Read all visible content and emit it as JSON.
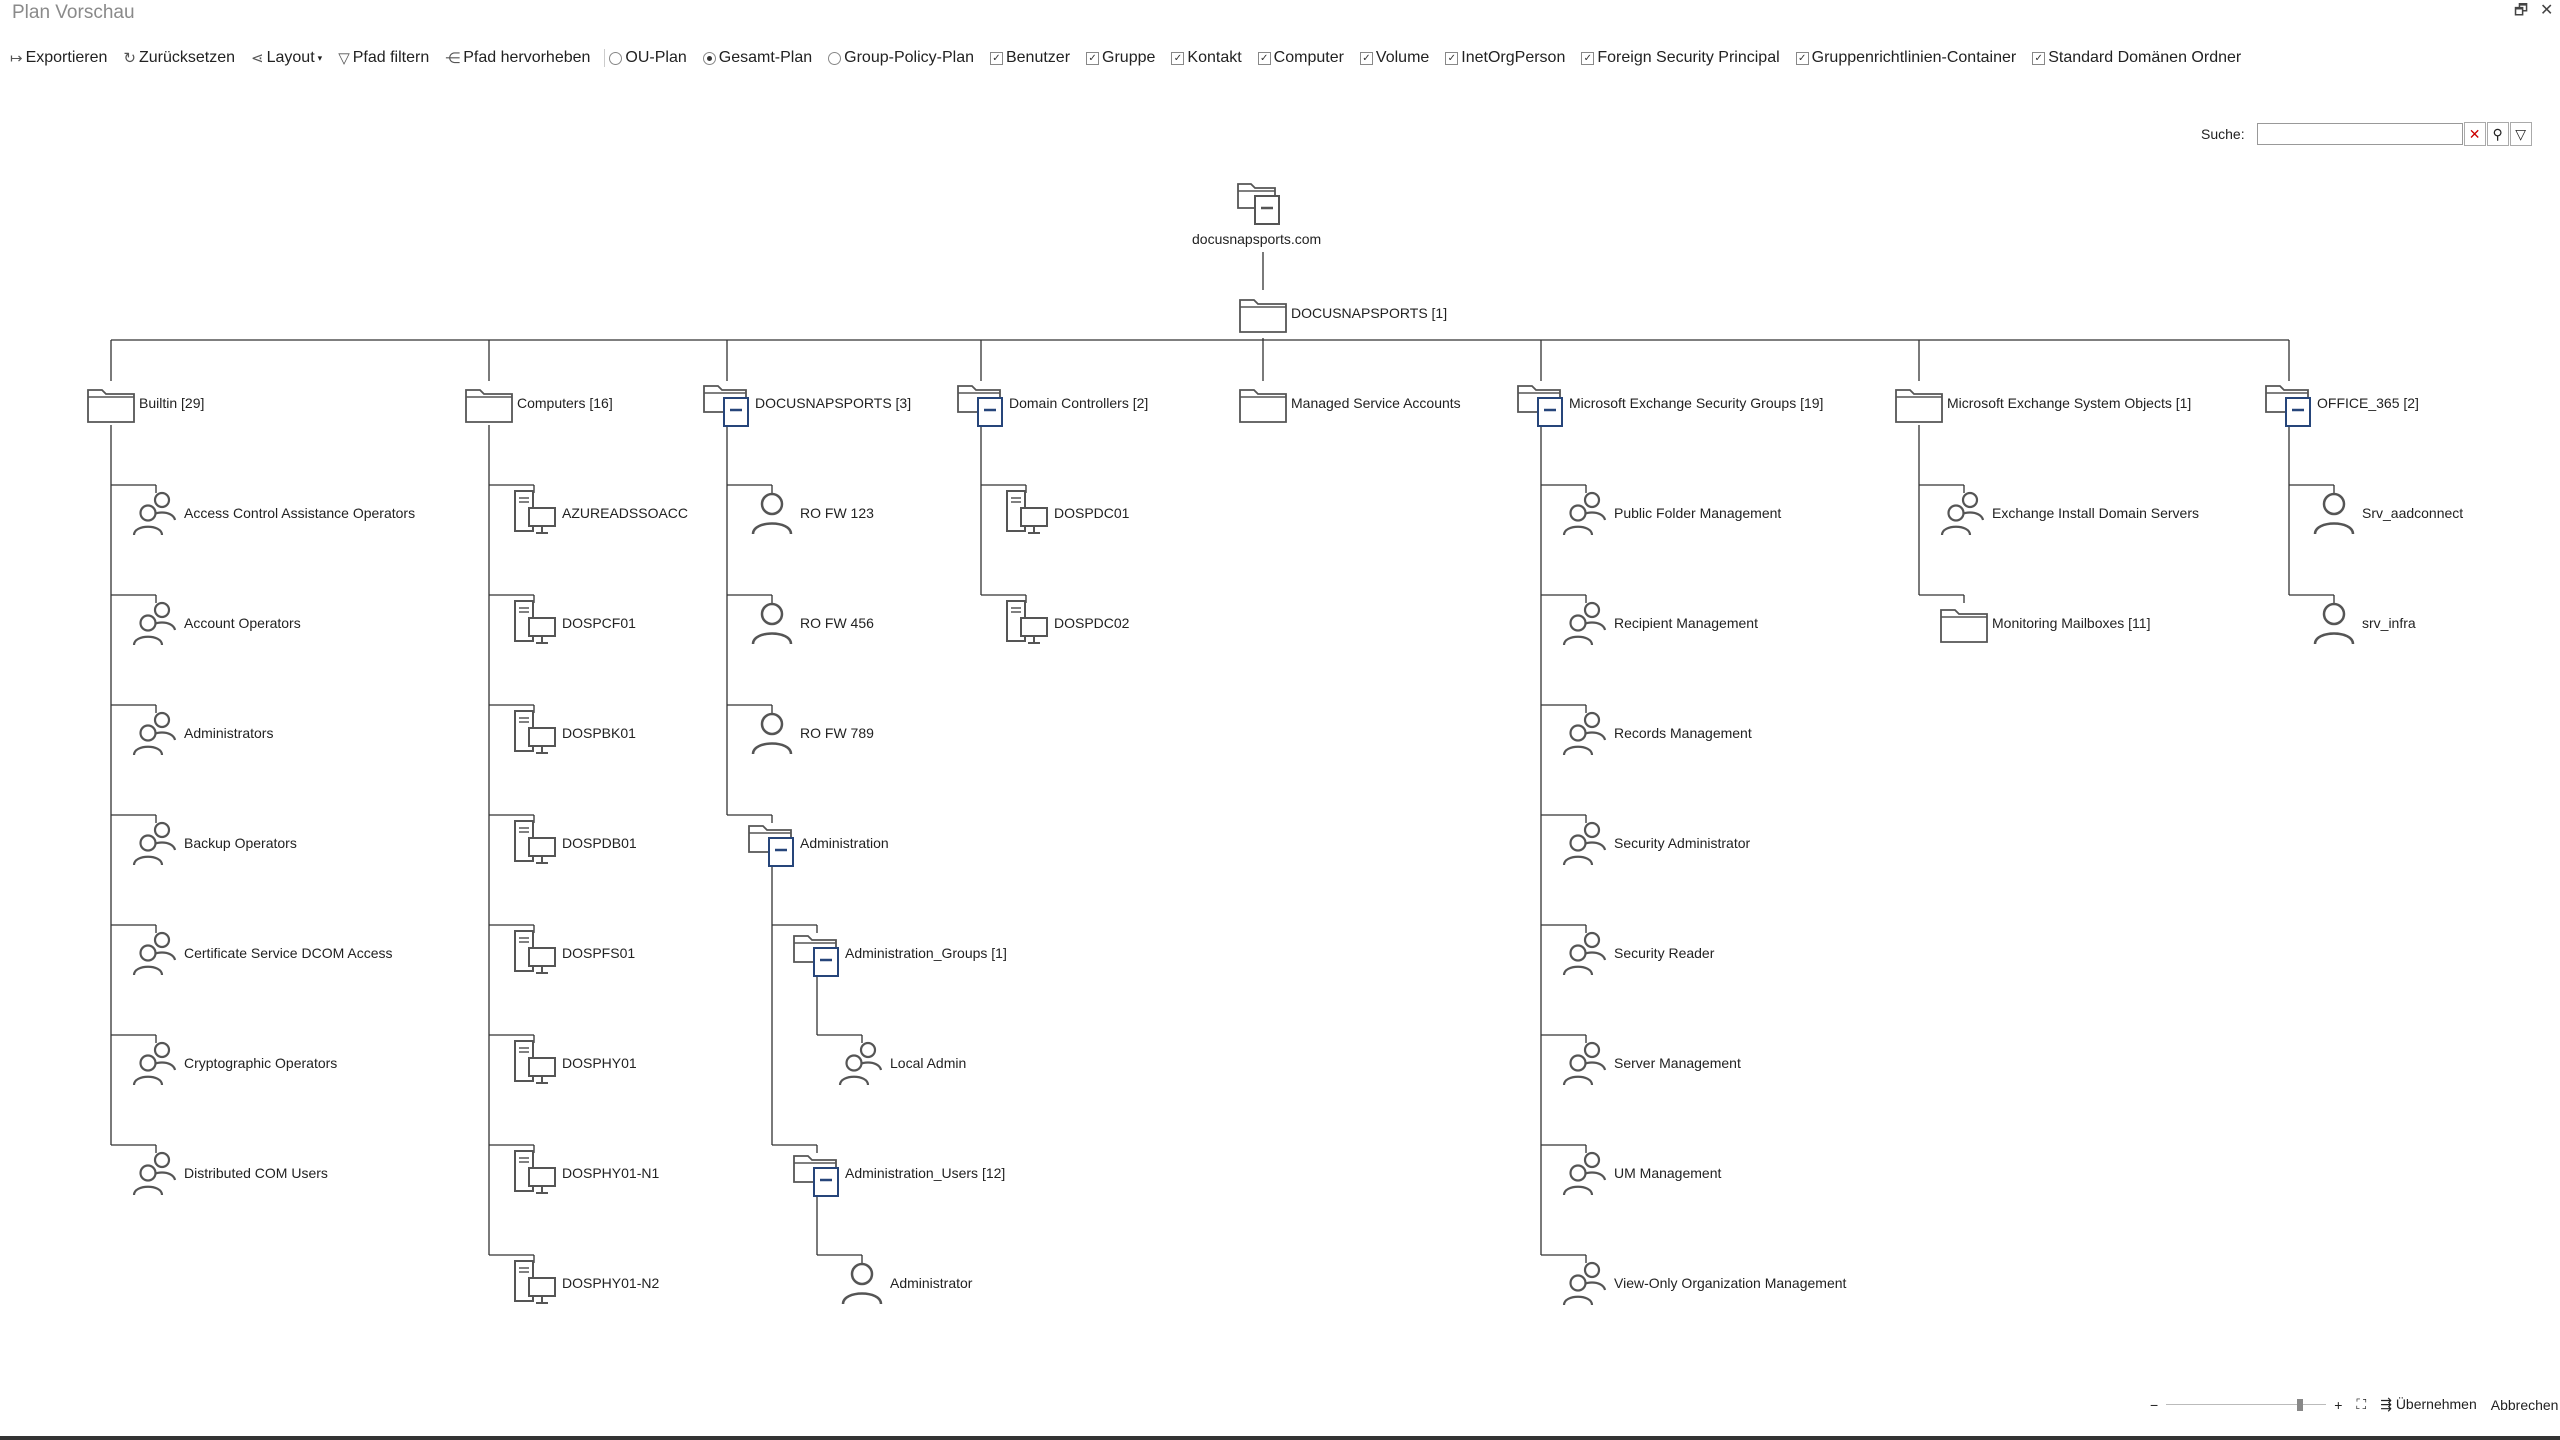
{
  "window": {
    "title": "Plan Vorschau"
  },
  "toolbar": {
    "actions": [
      "Exportieren",
      "Zurücksetzen",
      "Layout",
      "Pfad filtern",
      "Pfad hervorheben"
    ],
    "plans": [
      {
        "label": "OU-Plan",
        "selected": false
      },
      {
        "label": "Gesamt-Plan",
        "selected": true
      },
      {
        "label": "Group-Policy-Plan",
        "selected": false
      }
    ],
    "filters": [
      "Benutzer",
      "Gruppe",
      "Kontakt",
      "Computer",
      "Volume",
      "InetOrgPerson",
      "Foreign Security Principal",
      "Gruppenrichtlinien-Container",
      "Standard Domänen Ordner"
    ]
  },
  "search": {
    "label": "Suche:",
    "value": ""
  },
  "tree": {
    "root": "docusnapsports.com",
    "domain_ou": "DOCUSNAPSPORTS [1]",
    "columns": [
      {
        "label": "Builtin [29]",
        "icon": "folder",
        "children": [
          {
            "label": "Access Control Assistance Operators",
            "icon": "group"
          },
          {
            "label": "Account Operators",
            "icon": "group"
          },
          {
            "label": "Administrators",
            "icon": "group"
          },
          {
            "label": "Backup Operators",
            "icon": "group"
          },
          {
            "label": "Certificate Service DCOM Access",
            "icon": "group"
          },
          {
            "label": "Cryptographic Operators",
            "icon": "group"
          },
          {
            "label": "Distributed COM Users",
            "icon": "group"
          }
        ]
      },
      {
        "label": "Computers [16]",
        "icon": "folder",
        "children": [
          {
            "label": "AZUREADSSOACC",
            "icon": "computer"
          },
          {
            "label": "DOSPCF01",
            "icon": "computer"
          },
          {
            "label": "DOSPBK01",
            "icon": "computer"
          },
          {
            "label": "DOSPDB01",
            "icon": "computer"
          },
          {
            "label": "DOSPFS01",
            "icon": "computer"
          },
          {
            "label": "DOSPHY01",
            "icon": "computer"
          },
          {
            "label": "DOSPHY01-N1",
            "icon": "computer"
          },
          {
            "label": "DOSPHY01-N2",
            "icon": "computer"
          }
        ]
      },
      {
        "label": "DOCUSNAPSPORTS [3]",
        "icon": "ou",
        "children": [
          {
            "label": "RO FW 123",
            "icon": "user"
          },
          {
            "label": "RO FW 456",
            "icon": "user"
          },
          {
            "label": "RO FW 789",
            "icon": "user"
          },
          {
            "label": "Administration",
            "icon": "ou",
            "children": [
              {
                "label": "Administration_Groups [1]",
                "icon": "ou",
                "children": [
                  {
                    "label": "Local Admin",
                    "icon": "group"
                  }
                ]
              },
              {
                "label": "Administration_Users [12]",
                "icon": "ou",
                "children": [
                  {
                    "label": "Administrator",
                    "icon": "user"
                  }
                ]
              }
            ]
          }
        ]
      },
      {
        "label": "Domain Controllers [2]",
        "icon": "ou",
        "children": [
          {
            "label": "DOSPDC01",
            "icon": "computer"
          },
          {
            "label": "DOSPDC02",
            "icon": "computer"
          }
        ]
      },
      {
        "label": "Managed Service Accounts",
        "icon": "folder",
        "children": []
      },
      {
        "label": "Microsoft Exchange Security Groups [19]",
        "icon": "ou",
        "children": [
          {
            "label": "Public Folder Management",
            "icon": "group"
          },
          {
            "label": "Recipient Management",
            "icon": "group"
          },
          {
            "label": "Records Management",
            "icon": "group"
          },
          {
            "label": "Security Administrator",
            "icon": "group"
          },
          {
            "label": "Security Reader",
            "icon": "group"
          },
          {
            "label": "Server Management",
            "icon": "group"
          },
          {
            "label": "UM Management",
            "icon": "group"
          },
          {
            "label": "View-Only Organization Management",
            "icon": "group"
          }
        ]
      },
      {
        "label": "Microsoft Exchange System Objects [1]",
        "icon": "folder",
        "children": [
          {
            "label": "Exchange Install Domain Servers",
            "icon": "group"
          },
          {
            "label": "Monitoring Mailboxes [11]",
            "icon": "folder"
          }
        ]
      },
      {
        "label": "OFFICE_365 [2]",
        "icon": "ou",
        "children": [
          {
            "label": "Srv_aadconnect",
            "icon": "user"
          },
          {
            "label": "srv_infra",
            "icon": "user"
          }
        ]
      }
    ]
  },
  "footer": {
    "zoom_fraction": 0.85,
    "apply": "Übernehmen",
    "cancel": "Abbrechen"
  }
}
